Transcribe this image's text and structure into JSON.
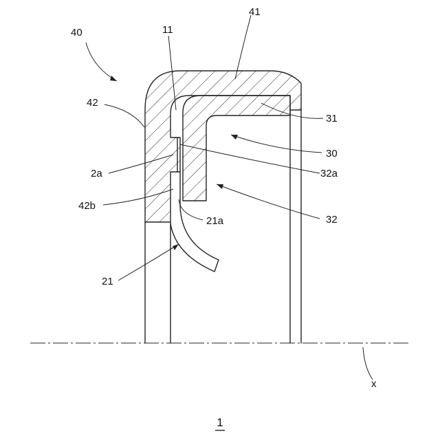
{
  "labels": {
    "assembly": "40",
    "part_41": "41",
    "part_11": "11",
    "part_42": "42",
    "part_31": "31",
    "part_30": "30",
    "part_2a": "2a",
    "part_32a": "32a",
    "part_32": "32",
    "part_42b": "42b",
    "part_21a": "21a",
    "part_21": "21",
    "axis_x": "x"
  },
  "figure_number": "1",
  "colors": {
    "line": "#222222",
    "background": "#ffffff"
  }
}
